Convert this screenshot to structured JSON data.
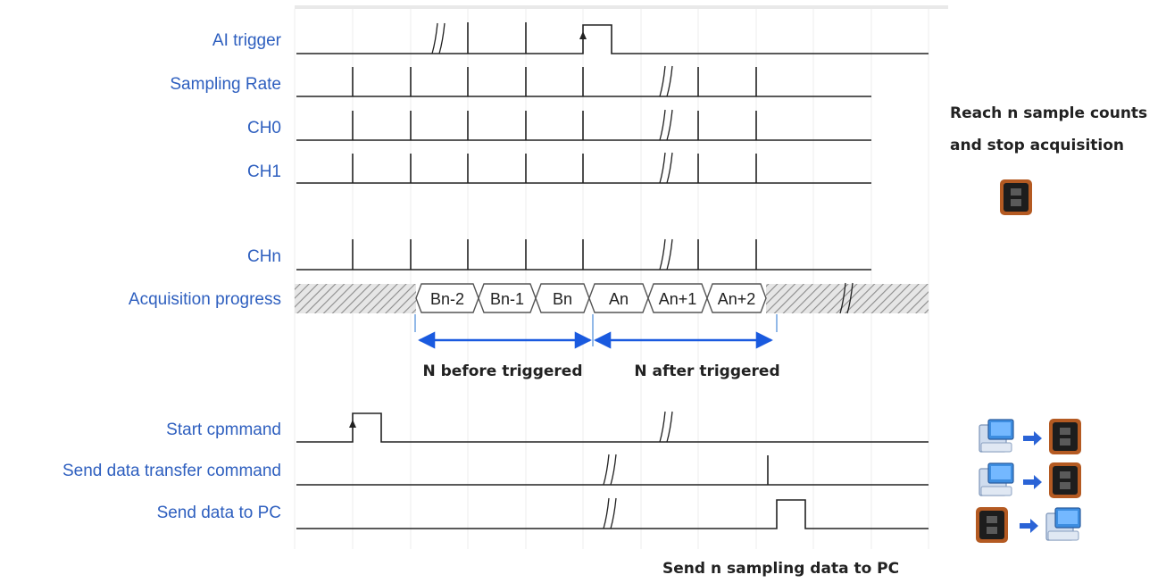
{
  "signals": {
    "ai_trigger": "AI trigger",
    "sampling_rate": "Sampling Rate",
    "ch0": "CH0",
    "ch1": "CH1",
    "chn": "CHn",
    "acquisition_progress": "Acquisition progress",
    "start_command": "Start cpmmand",
    "send_transfer_command": "Send data transfer command",
    "send_data_to_pc": "Send data to PC"
  },
  "segments": [
    "Bn-2",
    "Bn-1",
    "Bn",
    "An",
    "An+1",
    "An+2"
  ],
  "spans": {
    "before": "N before triggered",
    "after": "N after triggered"
  },
  "notes": {
    "stop_line1": "Reach n sample counts",
    "stop_line2": "and stop acquisition",
    "send_n": "Send n sampling data to PC"
  },
  "icons": {
    "device": "device-module-icon",
    "pc": "pc-computer-icon",
    "arrow": "right-arrow-icon"
  },
  "colors": {
    "label_blue": "#2e5fbf",
    "arrow_blue": "#1a5adf",
    "trace": "#222222",
    "hatch": "#9a9a9a"
  }
}
